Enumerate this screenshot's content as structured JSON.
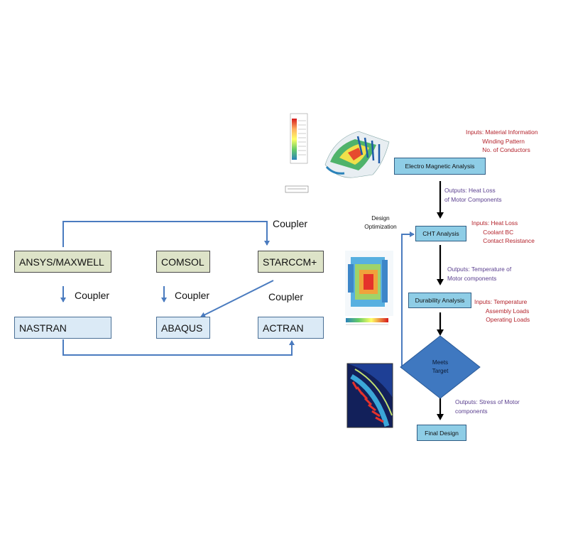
{
  "left_flow": {
    "boxes": {
      "ansys": "ANSYS/MAXWELL",
      "comsol": "COMSOL",
      "starccm": "STARCCM+",
      "nastran": "NASTRAN",
      "abaqus": "ABAQUS",
      "actran": "ACTRAN"
    },
    "coupler_label": "Coupler"
  },
  "right_flow": {
    "steps": {
      "electro_magnetic": "Electro Magnetic Analysis",
      "cht": "CHT Analysis",
      "durability": "Durability Analysis",
      "meets_target": "Meets\nTarget",
      "final_design": "Final Design"
    },
    "notes": {
      "inputs_em": "Inputs: Material Information\n          Winding Pattern\n          No. of Conductors",
      "outputs_em": "Outputs: Heat Loss\nof Motor Components",
      "inputs_cht": "Inputs: Heat Loss\n       Coolant BC\n       Contact Resistance",
      "outputs_cht": "Outputs: Temperature of\nMotor components",
      "inputs_durability": "Inputs: Temperature\n       Assembly Loads\n       Operating Loads",
      "outputs_durability": "Outputs: Stress of Motor\ncomponents"
    },
    "design_optimization": "Design\nOptimization"
  },
  "colors": {
    "connector": "#4a7bbf",
    "step_fill": "#8ecde6",
    "decision_fill": "#3f78c0",
    "inputs_text": "#b3222b",
    "outputs_text": "#5a3f8f"
  }
}
